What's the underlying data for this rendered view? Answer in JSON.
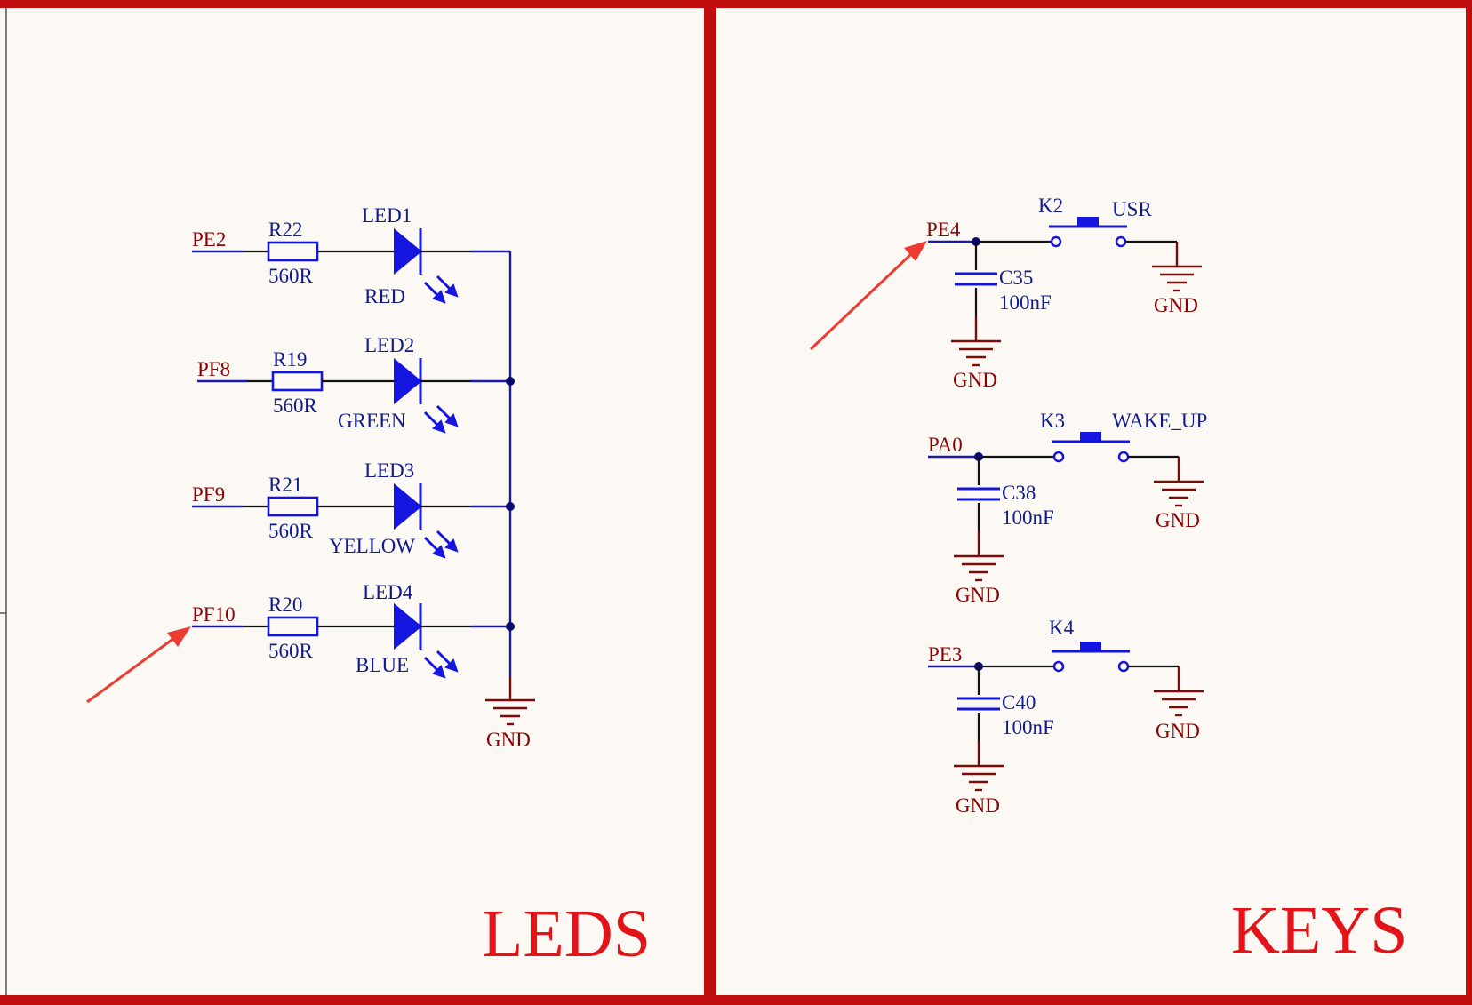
{
  "panels": {
    "leds_title": "LEDS",
    "keys_title": "KEYS"
  },
  "colors": {
    "frame": "#c00e0e",
    "title": "#e3131a",
    "net_label": "#8b0000",
    "component_label": "#0f1a8c",
    "symbol": "#1515e0",
    "arrow": "#ee3b32",
    "background": "#fcf9f4"
  },
  "leds": {
    "rows": [
      {
        "net": "PE2",
        "resistor": "R22",
        "res_value": "560R",
        "led": "LED1",
        "color": "RED"
      },
      {
        "net": "PF8",
        "resistor": "R19",
        "res_value": "560R",
        "led": "LED2",
        "color": "GREEN"
      },
      {
        "net": "PF9",
        "resistor": "R21",
        "res_value": "560R",
        "led": "LED3",
        "color": "YELLOW"
      },
      {
        "net": "PF10",
        "resistor": "R20",
        "res_value": "560R",
        "led": "LED4",
        "color": "BLUE"
      }
    ],
    "gnd": "GND"
  },
  "keys": {
    "rows": [
      {
        "net": "PE4",
        "key": "K2",
        "key_label": "USR",
        "cap": "C35",
        "cap_value": "100nF",
        "gnd_cap": "GND",
        "gnd_key": "GND"
      },
      {
        "net": "PA0",
        "key": "K3",
        "key_label": "WAKE_UP",
        "cap": "C38",
        "cap_value": "100nF",
        "gnd_cap": "GND",
        "gnd_key": "GND"
      },
      {
        "net": "PE3",
        "key": "K4",
        "key_label": "",
        "cap": "C40",
        "cap_value": "100nF",
        "gnd_cap": "GND",
        "gnd_key": "GND"
      }
    ]
  }
}
